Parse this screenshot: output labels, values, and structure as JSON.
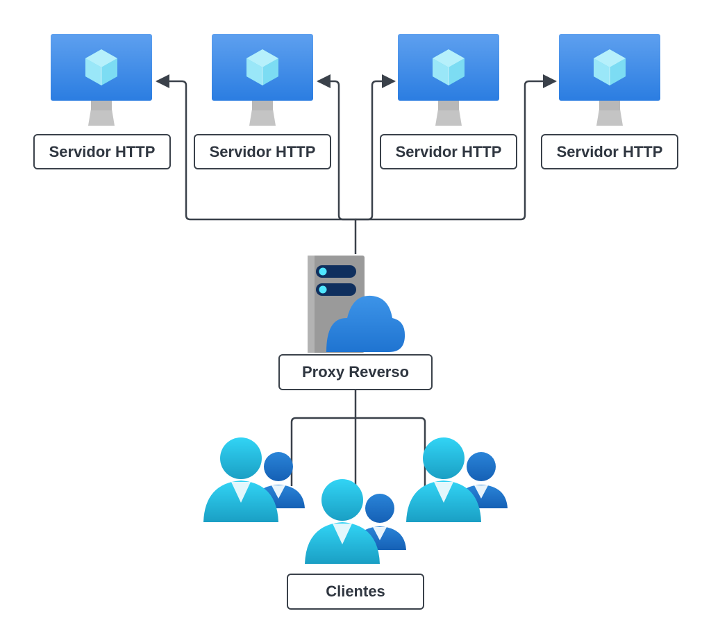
{
  "servers": [
    {
      "label": "Servidor HTTP",
      "icon": "monitor-vm-icon"
    },
    {
      "label": "Servidor HTTP",
      "icon": "monitor-vm-icon"
    },
    {
      "label": "Servidor HTTP",
      "icon": "monitor-vm-icon"
    },
    {
      "label": "Servidor HTTP",
      "icon": "monitor-vm-icon"
    }
  ],
  "proxy": {
    "label": "Proxy Reverso",
    "icon": "server-cloud-icon"
  },
  "clients": {
    "label": "Clientes",
    "icon": "users-icon"
  },
  "colors": {
    "monitor_top": "#5ea0ef",
    "monitor_bottom": "#2b7de1",
    "cube": "#9ce3f5",
    "stand": "#c4c4c4",
    "connector": "#3a414a",
    "server_body": "#9a9a9a",
    "server_slot": "#0f2f5e",
    "server_led": "#50e6ff",
    "cloud": "#2e86de",
    "user_light": "#32d4f5",
    "user_dark": "#1e6fc9"
  }
}
